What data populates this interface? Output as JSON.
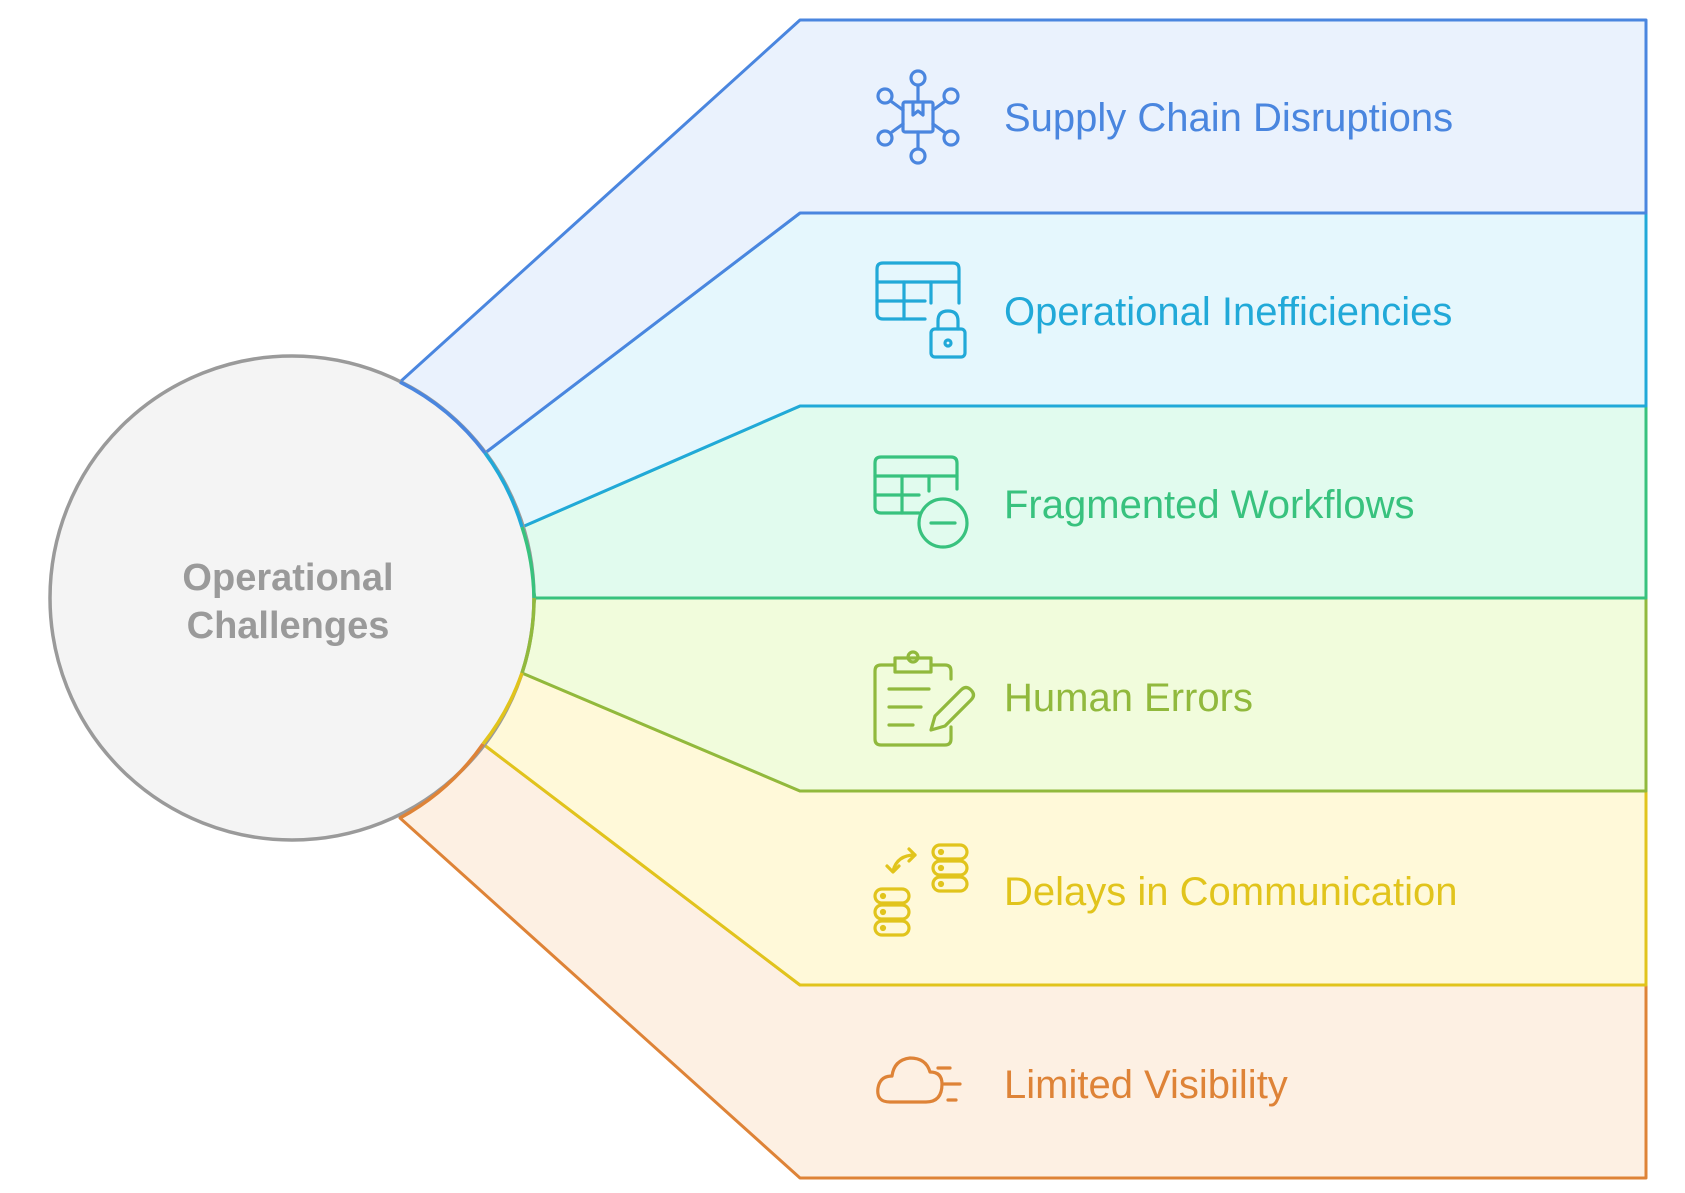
{
  "center": {
    "line1": "Operational",
    "line2": "Challenges",
    "fill": "#f4f4f4",
    "stroke": "#9a9a9a",
    "text_color": "#9a9a9a"
  },
  "branches": [
    {
      "label": "Supply Chain Disruptions",
      "icon": "supply-chain-network-icon",
      "color": "#4a86df",
      "fill": "#eaf2fd"
    },
    {
      "label": "Operational Inefficiencies",
      "icon": "locked-table-icon",
      "color": "#21a9d8",
      "fill": "#e5f7fd"
    },
    {
      "label": "Fragmented Workflows",
      "icon": "table-minus-icon",
      "color": "#38c27e",
      "fill": "#e1fbee"
    },
    {
      "label": "Human Errors",
      "icon": "clipboard-edit-icon",
      "color": "#91b93d",
      "fill": "#f1fcdc"
    },
    {
      "label": "Delays in Communication",
      "icon": "database-transfer-icon",
      "color": "#e1c41c",
      "fill": "#fff9d9"
    },
    {
      "label": "Limited Visibility",
      "icon": "fog-cloud-icon",
      "color": "#de8337",
      "fill": "#fdf0e3"
    }
  ]
}
